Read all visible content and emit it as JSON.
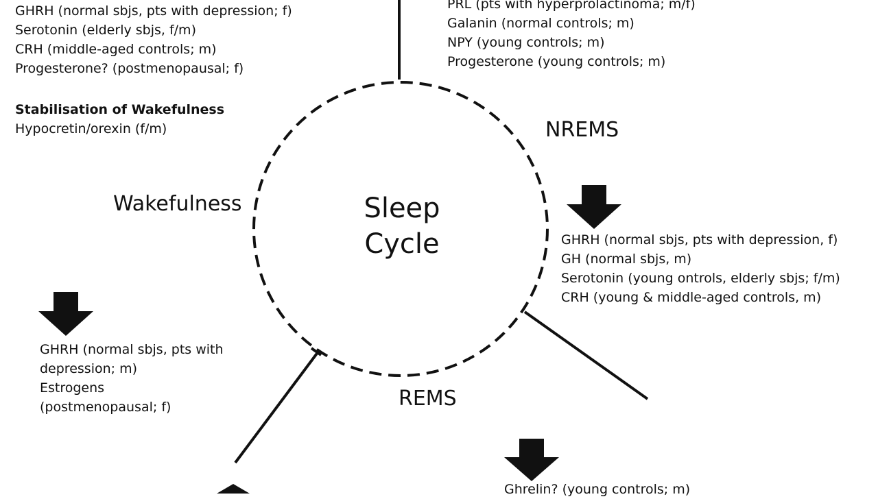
{
  "center": {
    "line1": "Sleep",
    "line2": "Cycle"
  },
  "phases": {
    "wakefulness": "Wakefulness",
    "nrems": "NREMS",
    "rems": "REMS"
  },
  "top_left": {
    "items": [
      "GHRH (normal sbjs, pts with depression; f)",
      "Serotonin (elderly sbjs, f/m)",
      "CRH (middle-aged controls; m)",
      "Progesterone? (postmenopausal; f)"
    ]
  },
  "stabilisation": {
    "heading": "Stabilisation of Wakefulness",
    "item": "Hypocretin/orexin (f/m)"
  },
  "top_right": {
    "items": [
      "PRL (pts with hyperprolactinoma; m/f)",
      "Galanin (normal controls; m)",
      "NPY (young controls; m)",
      "Progesterone (young controls; m)"
    ]
  },
  "nrems_decrease": {
    "items": [
      "GHRH (normal sbjs, pts with depression, f)",
      "GH (normal sbjs, m)",
      "Serotonin (young ontrols, elderly sbjs; f/m)",
      "CRH (young & middle-aged controls, m)"
    ]
  },
  "wake_decrease": {
    "items": [
      "GHRH (normal sbjs, pts with",
      "depression; m)",
      "Estrogens",
      "(postmenopausal; f)"
    ]
  },
  "rems_decrease": {
    "items": [
      "Ghrelin? (young controls; m)"
    ]
  }
}
